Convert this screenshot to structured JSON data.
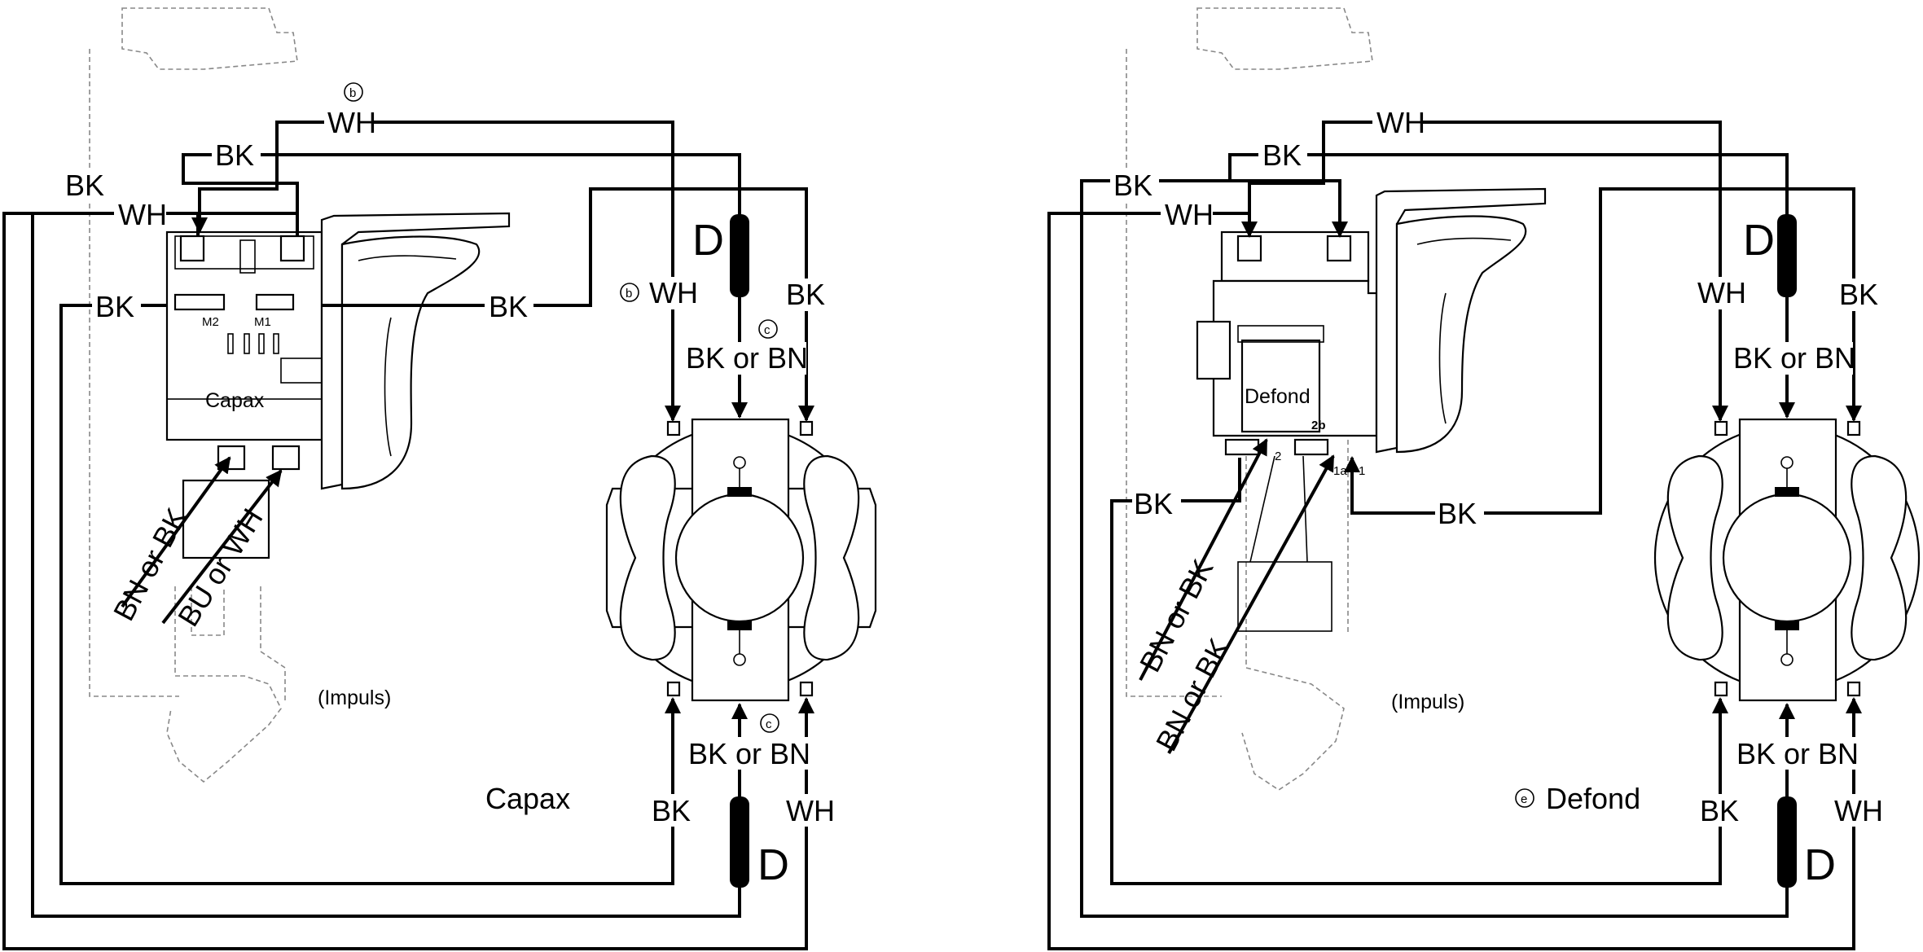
{
  "colors": {
    "ink": "#000000",
    "ghost": "#888888",
    "background": "#ffffff"
  },
  "left": {
    "switch_label": "Capax",
    "caption": "Capax",
    "impuls": "(Impuls)",
    "terminals": {
      "m1": "M1",
      "m2": "M2"
    },
    "wires": {
      "wh_top": "WH",
      "bk_top": "BK",
      "bk_outer": "BK",
      "wh_outer": "WH",
      "bk_mid_left": "BK",
      "bk_mid_right": "BK",
      "wh_motor_top": "WH",
      "bk_motor_top": "BK",
      "bk_or_bn_top": "BK or BN",
      "bk_or_bn_bottom": "BK or BN",
      "bk_motor_bottom": "BK",
      "wh_motor_bottom": "WH",
      "bn_or_bk": "BN or BK",
      "bu_or_wh": "BU or WH"
    },
    "suppressor_top": "D",
    "suppressor_bottom": "D",
    "markers": {
      "b1": "b",
      "b2": "b",
      "c1": "c",
      "c2": "c"
    }
  },
  "right": {
    "switch_label": "Defond",
    "caption": "Defond",
    "impuls": "(Impuls)",
    "terminals": {
      "t2b": "2b",
      "t2": "2",
      "t1a": "1a",
      "t1": "1"
    },
    "wires": {
      "wh_top": "WH",
      "bk_top": "BK",
      "bk_outer": "BK",
      "wh_outer": "WH",
      "bk_left": "BK",
      "bk_right": "BK",
      "wh_motor_top": "WH",
      "bk_motor_top": "BK",
      "bk_or_bn_top": "BK or BN",
      "bk_or_bn_bottom": "BK or BN",
      "bk_motor_bottom": "BK",
      "wh_motor_bottom": "WH",
      "bn_or_bk_1": "BN or BK",
      "bn_or_bk_2": "BN or BK"
    },
    "suppressor_top": "D",
    "suppressor_bottom": "D",
    "markers": {
      "e": "e"
    }
  }
}
